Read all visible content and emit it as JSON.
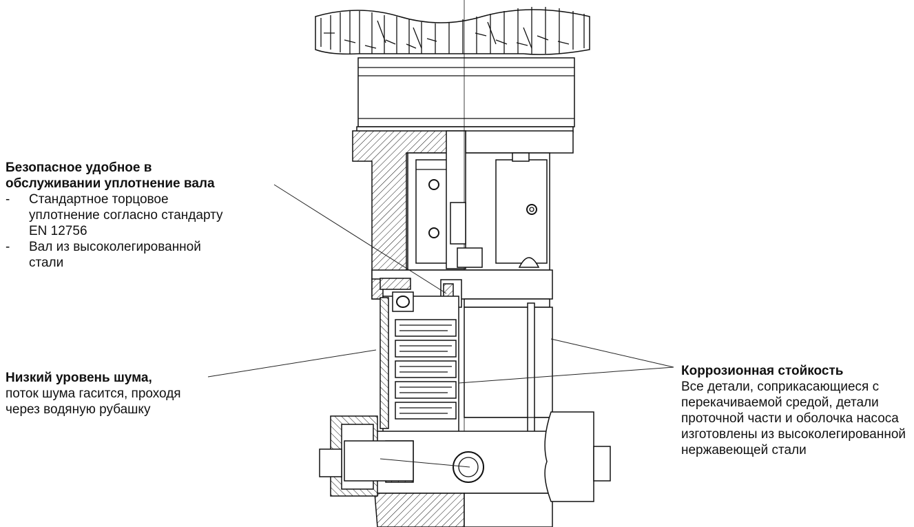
{
  "callouts": {
    "seal": {
      "title": "Безопасное удобное в обслуживании уплотнение вала",
      "items": [
        "Стандартное торцовое уплотнение согласно стандарту EN 12756",
        "Вал из высоколегированной стали"
      ]
    },
    "noise": {
      "title": "Низкий уровень шума,",
      "text": "поток шума гасится, проходя через водяную рубашку"
    },
    "corrosion": {
      "title": "Коррозионная стойкость",
      "text": "Все детали, соприкасающиеся с перекачиваемой средой, детали проточной части и оболочка насоса изготовлены из высоколегированной нержавеющей стали"
    }
  }
}
